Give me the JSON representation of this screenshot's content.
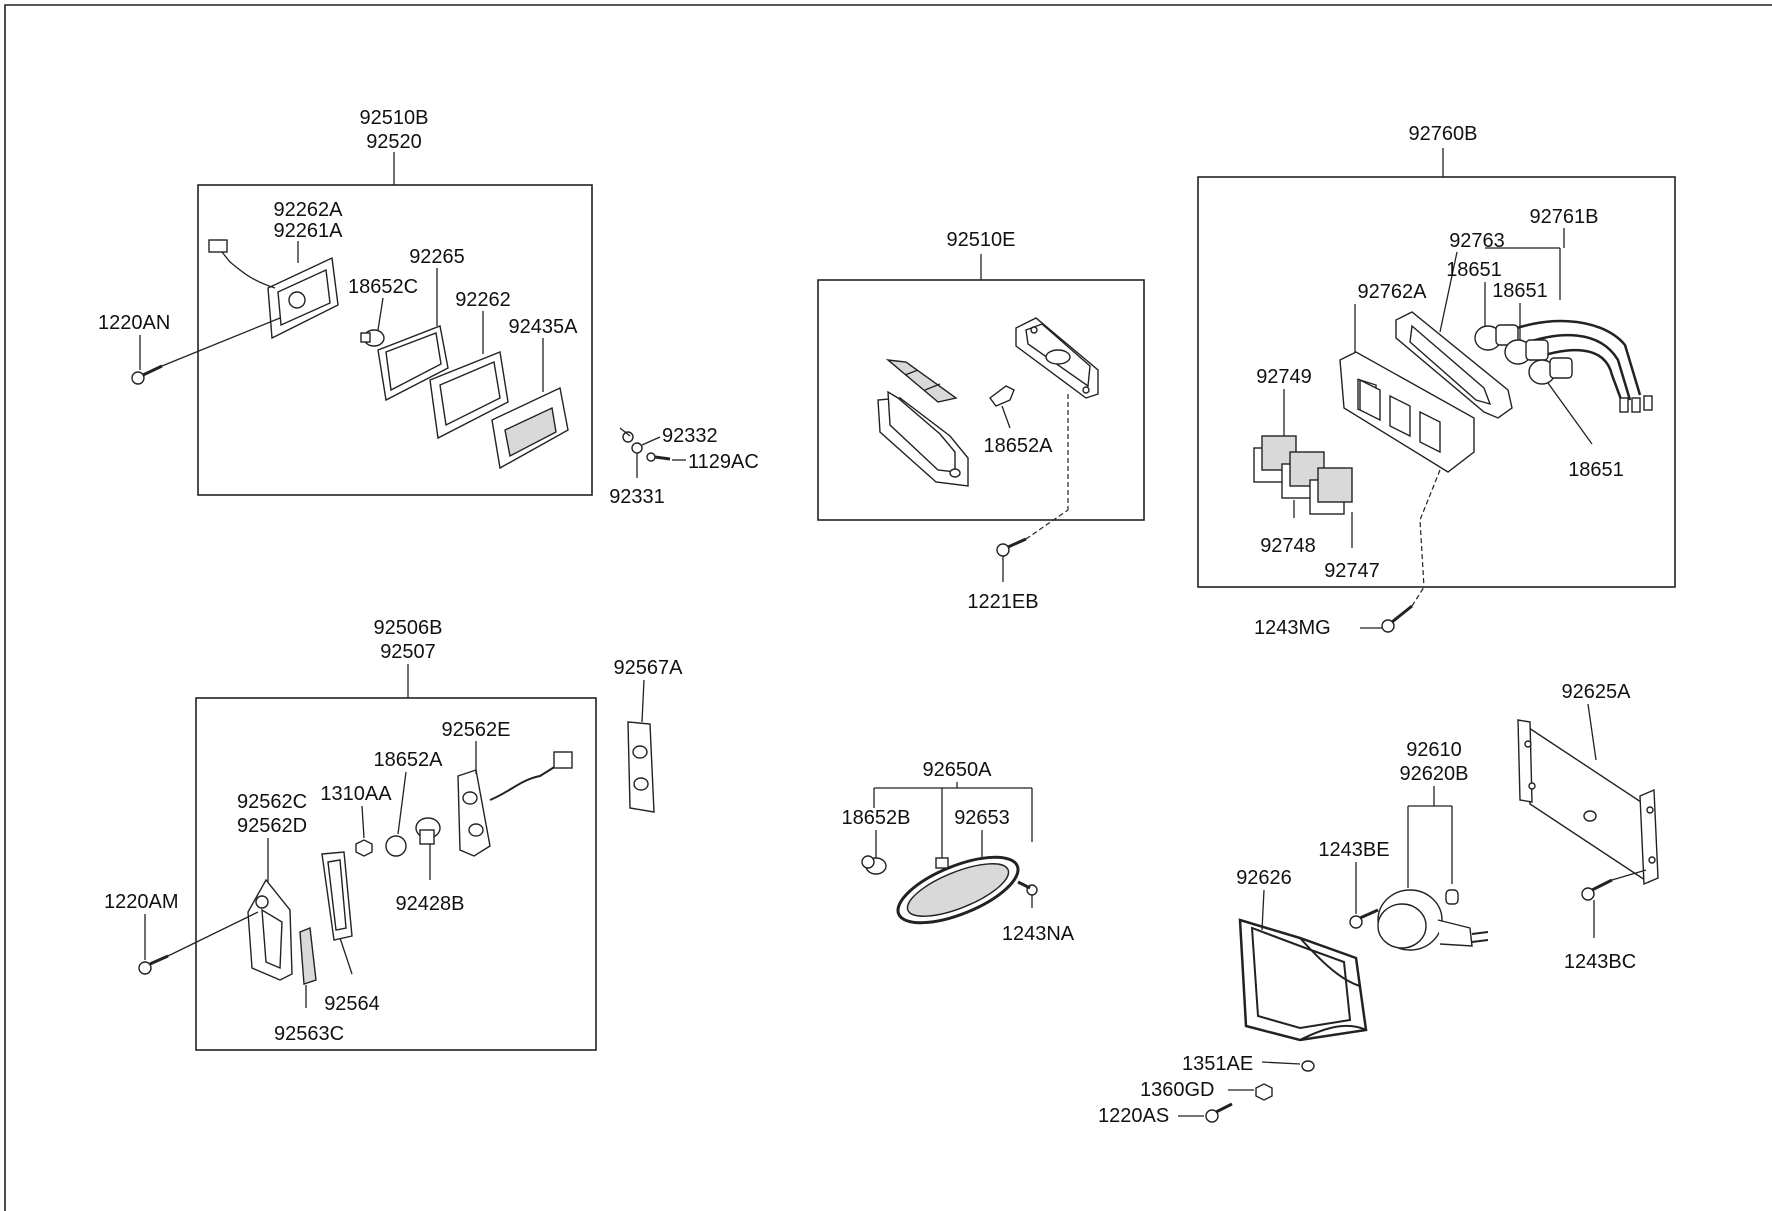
{
  "labels": {
    "g1_a": "92510B",
    "g1_b": "92520",
    "p92262A": "92262A",
    "p92261A": "92261A",
    "p92265": "92265",
    "p18652C": "18652C",
    "p92262": "92262",
    "p92435A": "92435A",
    "p1220AN": "1220AN",
    "p92332": "92332",
    "p1129AC": "1129AC",
    "p92331": "92331",
    "g2": "92510E",
    "p18652A_top": "18652A",
    "p1221EB": "1221EB",
    "g3": "92760B",
    "p92761B": "92761B",
    "p92763": "92763",
    "p18651_a": "18651",
    "p18651_b": "18651",
    "p18651_c": "18651",
    "p92762A": "92762A",
    "p92749": "92749",
    "p92748": "92748",
    "p92747": "92747",
    "p1243MG": "1243MG",
    "g4_a": "92506B",
    "g4_b": "92507",
    "p92567A": "92567A",
    "p92562E": "92562E",
    "p18652A_bot": "18652A",
    "p1310AA": "1310AA",
    "p92562C": "92562C",
    "p92562D": "92562D",
    "p1220AM": "1220AM",
    "p92428B": "92428B",
    "p92564": "92564",
    "p92563C": "92563C",
    "p92650A": "92650A",
    "p18652B": "18652B",
    "p92653": "92653",
    "p1243NA": "1243NA",
    "p92625A": "92625A",
    "p92610": "92610",
    "p92620B": "92620B",
    "p1243BE": "1243BE",
    "p92626": "92626",
    "p1243BC": "1243BC",
    "p1351AE": "1351AE",
    "p1360GD": "1360GD",
    "p1220AS": "1220AS"
  }
}
